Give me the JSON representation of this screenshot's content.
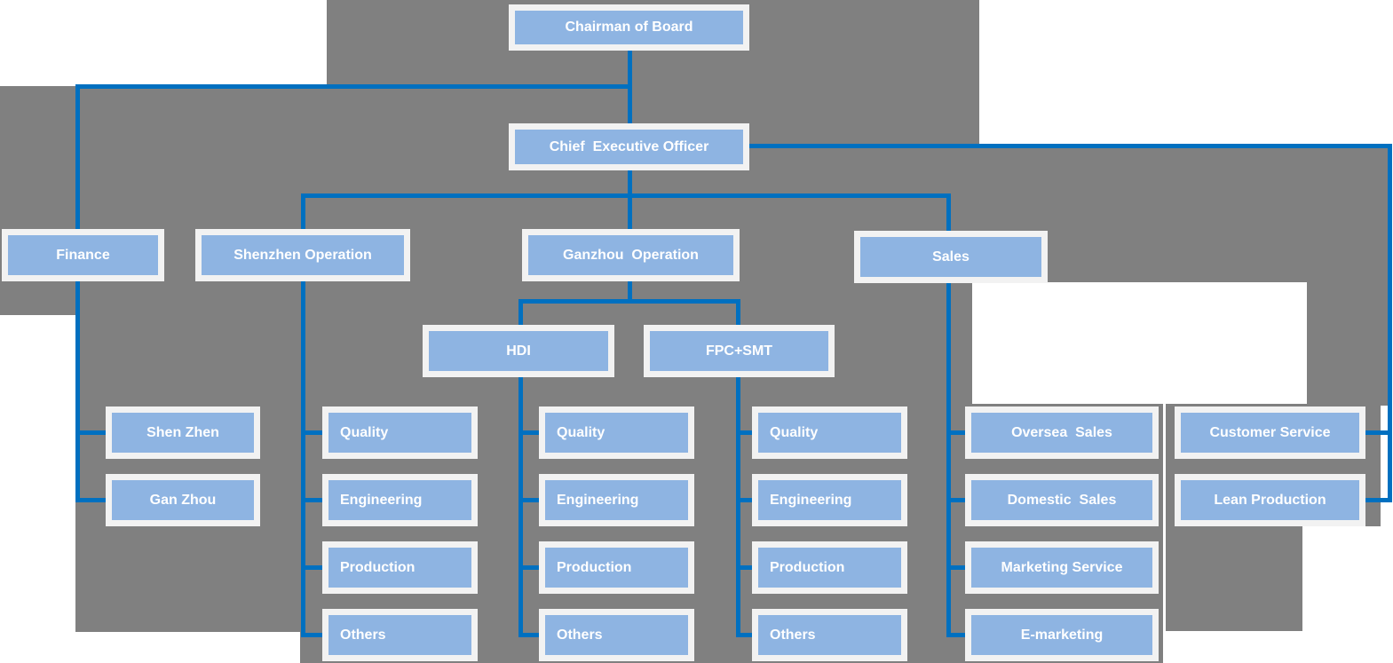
{
  "chart": {
    "type": "org-chart",
    "nodes": {
      "chairman": "Chairman of Board",
      "ceo": "Chief  Executive Officer",
      "finance": "Finance",
      "shenzhen_operation": "Shenzhen Operation",
      "ganzhou_operation": "Ganzhou  Operation",
      "sales": "Sales",
      "hdi": "HDI",
      "fpc_smt": "FPC+SMT"
    },
    "finance_children": [
      "Shen Zhen",
      "Gan Zhou"
    ],
    "shenzhen_children": [
      "Quality",
      "Engineering",
      "Production",
      "Others"
    ],
    "hdi_children": [
      "Quality",
      "Engineering",
      "Production",
      "Others"
    ],
    "fpc_children": [
      "Quality",
      "Engineering",
      "Production",
      "Others"
    ],
    "sales_children": [
      "Oversea  Sales",
      "Domestic  Sales",
      "Marketing Service",
      "E-marketing"
    ],
    "sales_side_children": [
      "Customer Service",
      "Lean Production"
    ],
    "colors": {
      "node_fill": "#8EB4E2",
      "node_frame": "#F2F2F2",
      "connector": "#0070C0",
      "background_block": "#808080",
      "text": "#FFFFFF"
    }
  }
}
